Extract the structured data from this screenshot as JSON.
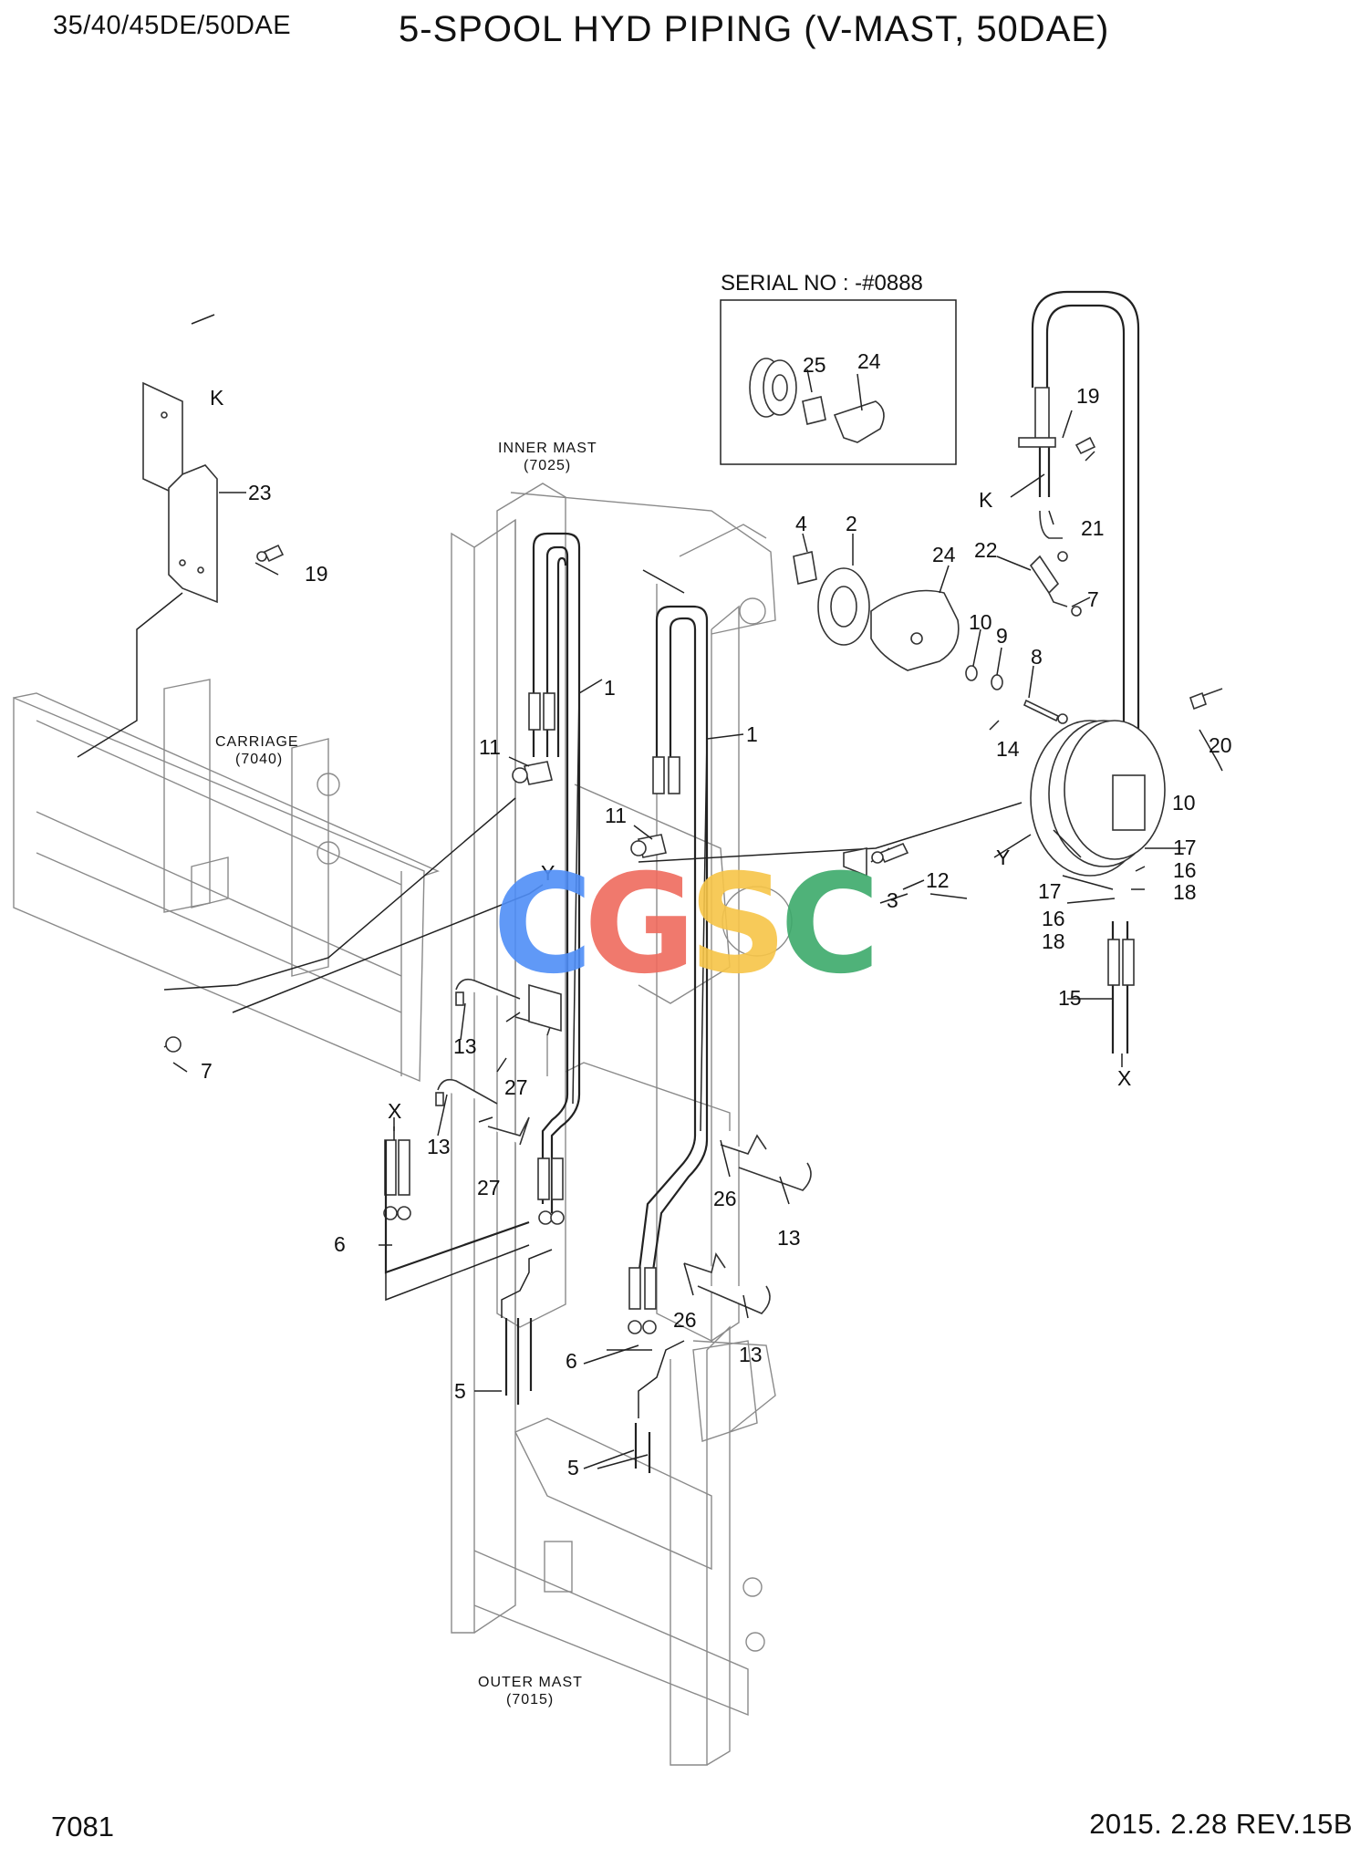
{
  "header": {
    "model": "35/40/45DE/50DAE",
    "title": "5-SPOOL HYD PIPING (V-MAST, 50DAE)"
  },
  "footer": {
    "page_number": "7081",
    "revision": "2015. 2.28  REV.15B"
  },
  "inset": {
    "serial_label": "SERIAL NO : -#0888",
    "callouts": [
      "25",
      "24"
    ]
  },
  "assemblies": {
    "inner_mast": {
      "name": "INNER MAST",
      "code": "(7025)"
    },
    "carriage": {
      "name": "CARRIAGE",
      "code": "(7040)"
    },
    "outer_mast": {
      "name": "OUTER MAST",
      "code": "(7015)"
    }
  },
  "callouts": {
    "c1a": "1",
    "c1b": "1",
    "c2": "2",
    "c3": "3",
    "c4": "4",
    "c5a": "5",
    "c5b": "5",
    "c6a": "6",
    "c6b": "6",
    "c7a": "7",
    "c7b": "7",
    "c8": "8",
    "c9": "9",
    "c10a": "10",
    "c10b": "10",
    "c11a": "11",
    "c11b": "11",
    "c12": "12",
    "c13a": "13",
    "c13b": "13",
    "c13c": "13",
    "c13d": "13",
    "c14": "14",
    "c15": "15",
    "c16a": "16",
    "c16b": "16",
    "c17a": "17",
    "c17b": "17",
    "c18a": "18",
    "c18b": "18",
    "c19a": "19",
    "c19b": "19",
    "c20": "20",
    "c21": "21",
    "c22": "22",
    "c23": "23",
    "c24": "24",
    "c26a": "26",
    "c26b": "26",
    "c27a": "27",
    "c27b": "27"
  },
  "connection_letters": {
    "k1": "K",
    "k2": "K",
    "x1": "X",
    "x2": "X",
    "y1": "Y",
    "y2": "Y"
  },
  "watermark": {
    "letters": [
      "C",
      "G",
      "S",
      "C"
    ],
    "colors": [
      "#4f8ef7",
      "#ef6b5e",
      "#f7c548",
      "#3daa6b"
    ]
  }
}
